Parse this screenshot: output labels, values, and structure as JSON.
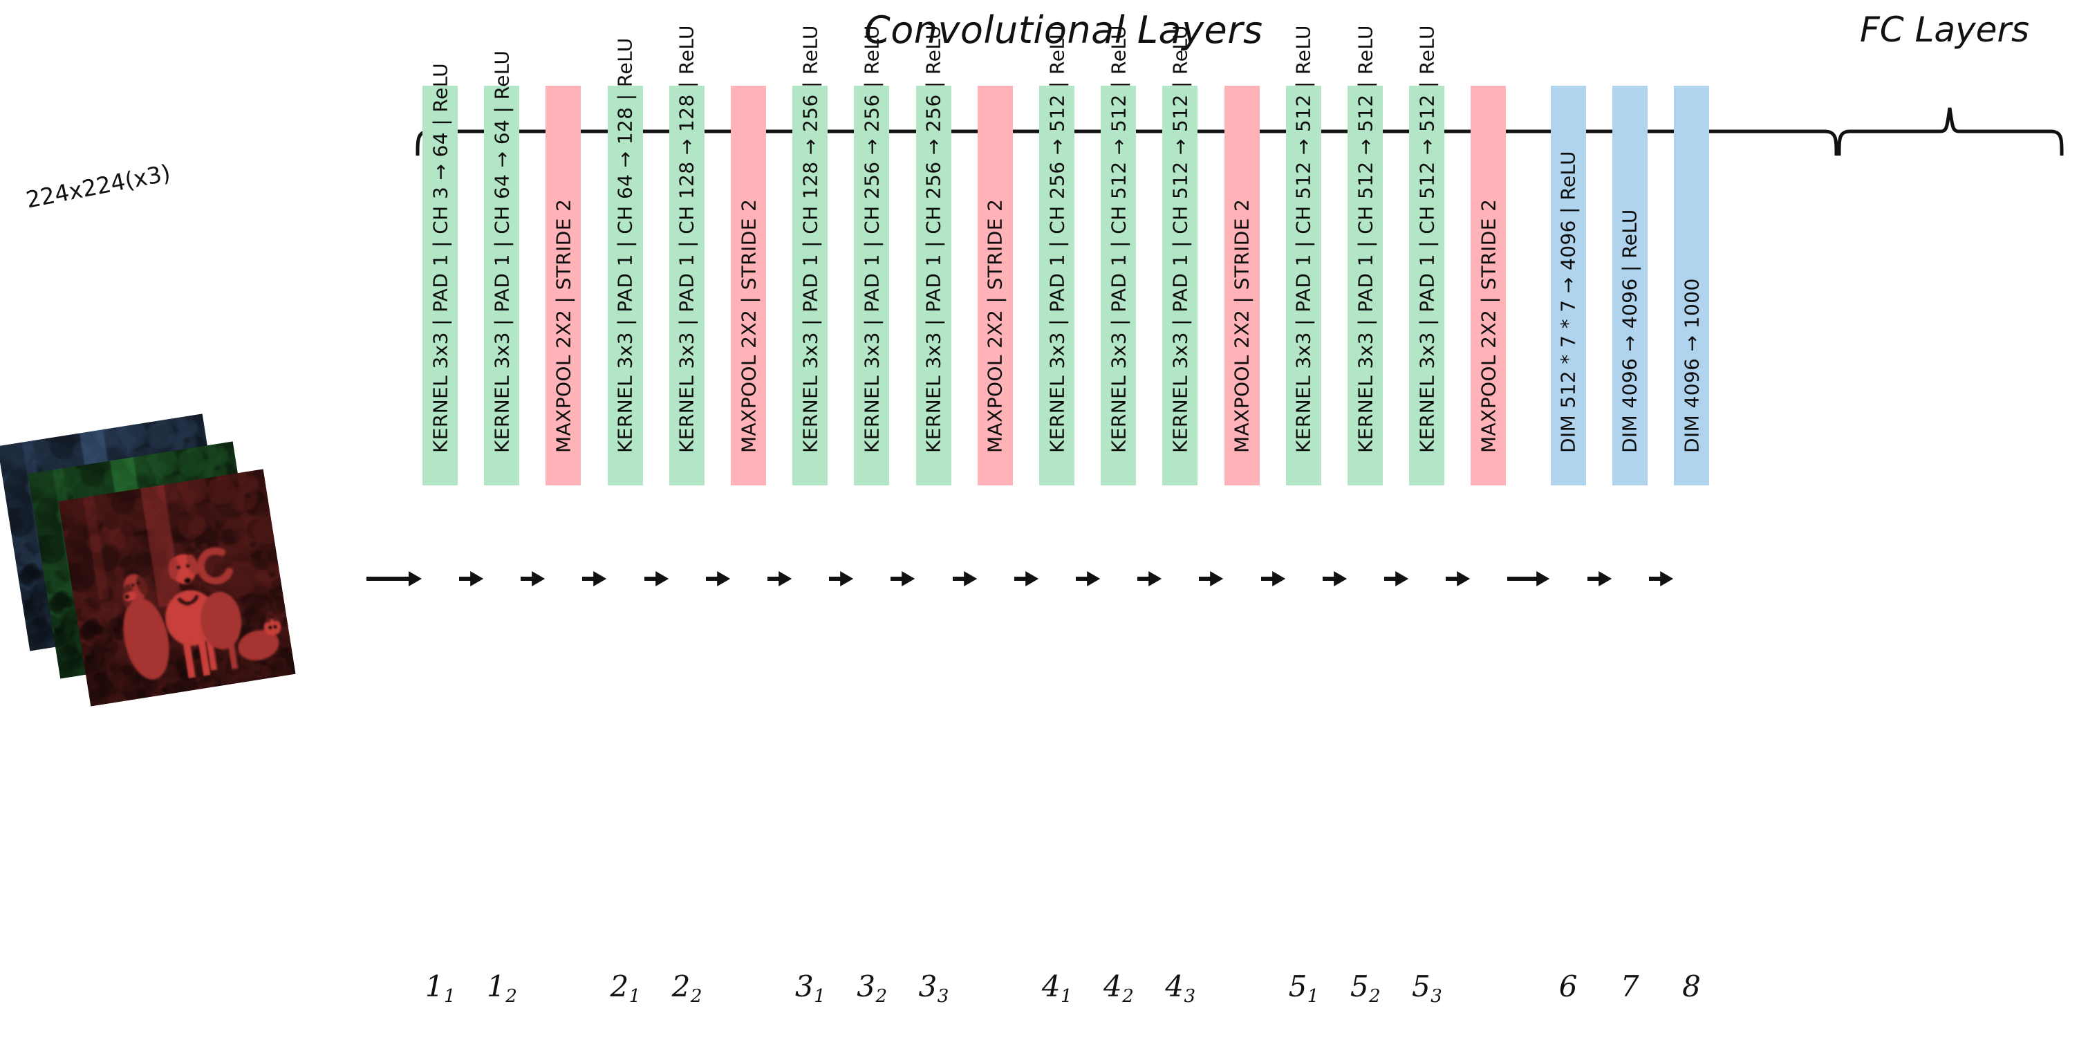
{
  "titles": {
    "conv_group": "Convolutional Layers",
    "fc_group": "FC Layers"
  },
  "input": {
    "size_label": "224x224(x3)",
    "channels": [
      "blue-channel-image",
      "green-channel-image",
      "red-channel-image"
    ],
    "subject": "three-dogs-and-cat-photo"
  },
  "colors": {
    "conv": "#b3e6c7",
    "pool": "#ffb3b8",
    "fc": "#b0d4ee",
    "stroke": "#111111",
    "background": "#ffffff"
  },
  "layers": [
    {
      "kind": "conv",
      "text": "KERNEL 3x3 | PAD 1 | CH  3 → 64 | ReLU",
      "index": "1",
      "sub": "1"
    },
    {
      "kind": "conv",
      "text": "KERNEL 3x3 | PAD 1 | CH 64 → 64 | ReLU",
      "index": "1",
      "sub": "2"
    },
    {
      "kind": "pool",
      "text": "MAXPOOL 2X2 | STRIDE 2",
      "index": "",
      "sub": ""
    },
    {
      "kind": "conv",
      "text": "KERNEL 3x3 | PAD 1 | CH 64 → 128 | ReLU",
      "index": "2",
      "sub": "1"
    },
    {
      "kind": "conv",
      "text": "KERNEL 3x3 | PAD 1 | CH 128 → 128 | ReLU",
      "index": "2",
      "sub": "2"
    },
    {
      "kind": "pool",
      "text": "MAXPOOL 2X2 | STRIDE 2",
      "index": "",
      "sub": ""
    },
    {
      "kind": "conv",
      "text": "KERNEL 3x3 | PAD 1 | CH 128 → 256 | ReLU",
      "index": "3",
      "sub": "1"
    },
    {
      "kind": "conv",
      "text": "KERNEL 3x3 | PAD 1 | CH 256 → 256 | ReLU",
      "index": "3",
      "sub": "2"
    },
    {
      "kind": "conv",
      "text": "KERNEL 3x3 | PAD 1 | CH 256 → 256 | ReLU",
      "index": "3",
      "sub": "3"
    },
    {
      "kind": "pool",
      "text": "MAXPOOL 2X2 | STRIDE 2",
      "index": "",
      "sub": ""
    },
    {
      "kind": "conv",
      "text": "KERNEL 3x3 | PAD 1 | CH 256 → 512 | ReLU",
      "index": "4",
      "sub": "1"
    },
    {
      "kind": "conv",
      "text": "KERNEL 3x3 | PAD 1 | CH 512 → 512 | ReLU",
      "index": "4",
      "sub": "2"
    },
    {
      "kind": "conv",
      "text": "KERNEL 3x3 | PAD 1 | CH 512 → 512 | ReLU",
      "index": "4",
      "sub": "3"
    },
    {
      "kind": "pool",
      "text": "MAXPOOL 2X2 | STRIDE 2",
      "index": "",
      "sub": ""
    },
    {
      "kind": "conv",
      "text": "KERNEL 3x3 | PAD 1 | CH 512 → 512 | ReLU",
      "index": "5",
      "sub": "1"
    },
    {
      "kind": "conv",
      "text": "KERNEL 3x3 | PAD 1 | CH 512 → 512 | ReLU",
      "index": "5",
      "sub": "2"
    },
    {
      "kind": "conv",
      "text": "KERNEL 3x3 | PAD 1 | CH 512 → 512 | ReLU",
      "index": "5",
      "sub": "3"
    },
    {
      "kind": "pool",
      "text": "MAXPOOL 2X2 | STRIDE 2",
      "index": "",
      "sub": ""
    },
    {
      "kind": "fc",
      "text": "DIM 512 * 7 * 7 → 4096 | ReLU",
      "index": "6",
      "sub": ""
    },
    {
      "kind": "fc",
      "text": "DIM 4096 → 4096 | ReLU",
      "index": "7",
      "sub": ""
    },
    {
      "kind": "fc",
      "text": "DIM 4096 → 1000",
      "index": "8",
      "sub": ""
    }
  ]
}
